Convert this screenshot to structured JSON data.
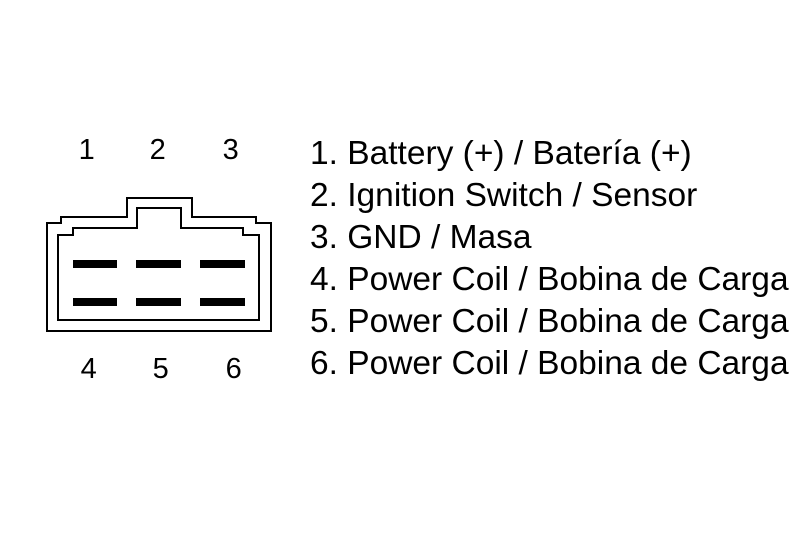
{
  "colors": {
    "background": "#ffffff",
    "ink": "#000000"
  },
  "connector": {
    "description": "6-pin connector housing, front view, two rows of three contacts",
    "top_pin_labels": [
      "1",
      "2",
      "3"
    ],
    "bottom_pin_labels": [
      "4",
      "5",
      "6"
    ]
  },
  "legend": [
    "1. Battery (+) / Batería (+)",
    "2. Ignition Switch / Sensor",
    "3. GND / Masa",
    "4. Power Coil / Bobina de Carga",
    "5. Power Coil / Bobina de Carga",
    "6. Power Coil / Bobina de Carga"
  ]
}
